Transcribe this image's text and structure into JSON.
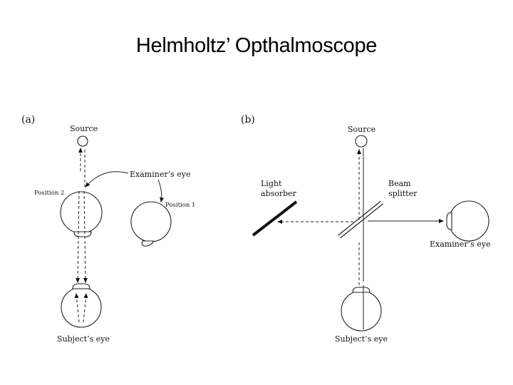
{
  "title": "Helmholtz’ Opthalmoscope",
  "panel_a": {
    "label": "(a)",
    "source": "Source",
    "examiner": "Examiner’s eye",
    "position1": "Position 1",
    "position2": "Position 2",
    "subject": "Subject’s eye"
  },
  "panel_b": {
    "label": "(b)",
    "source": "Source",
    "light_absorber_1": "Light",
    "light_absorber_2": "absorber",
    "beam_splitter_1": "Beam",
    "beam_splitter_2": "splitter",
    "examiner": "Examiner’s eye",
    "subject": "Subject’s eye"
  }
}
